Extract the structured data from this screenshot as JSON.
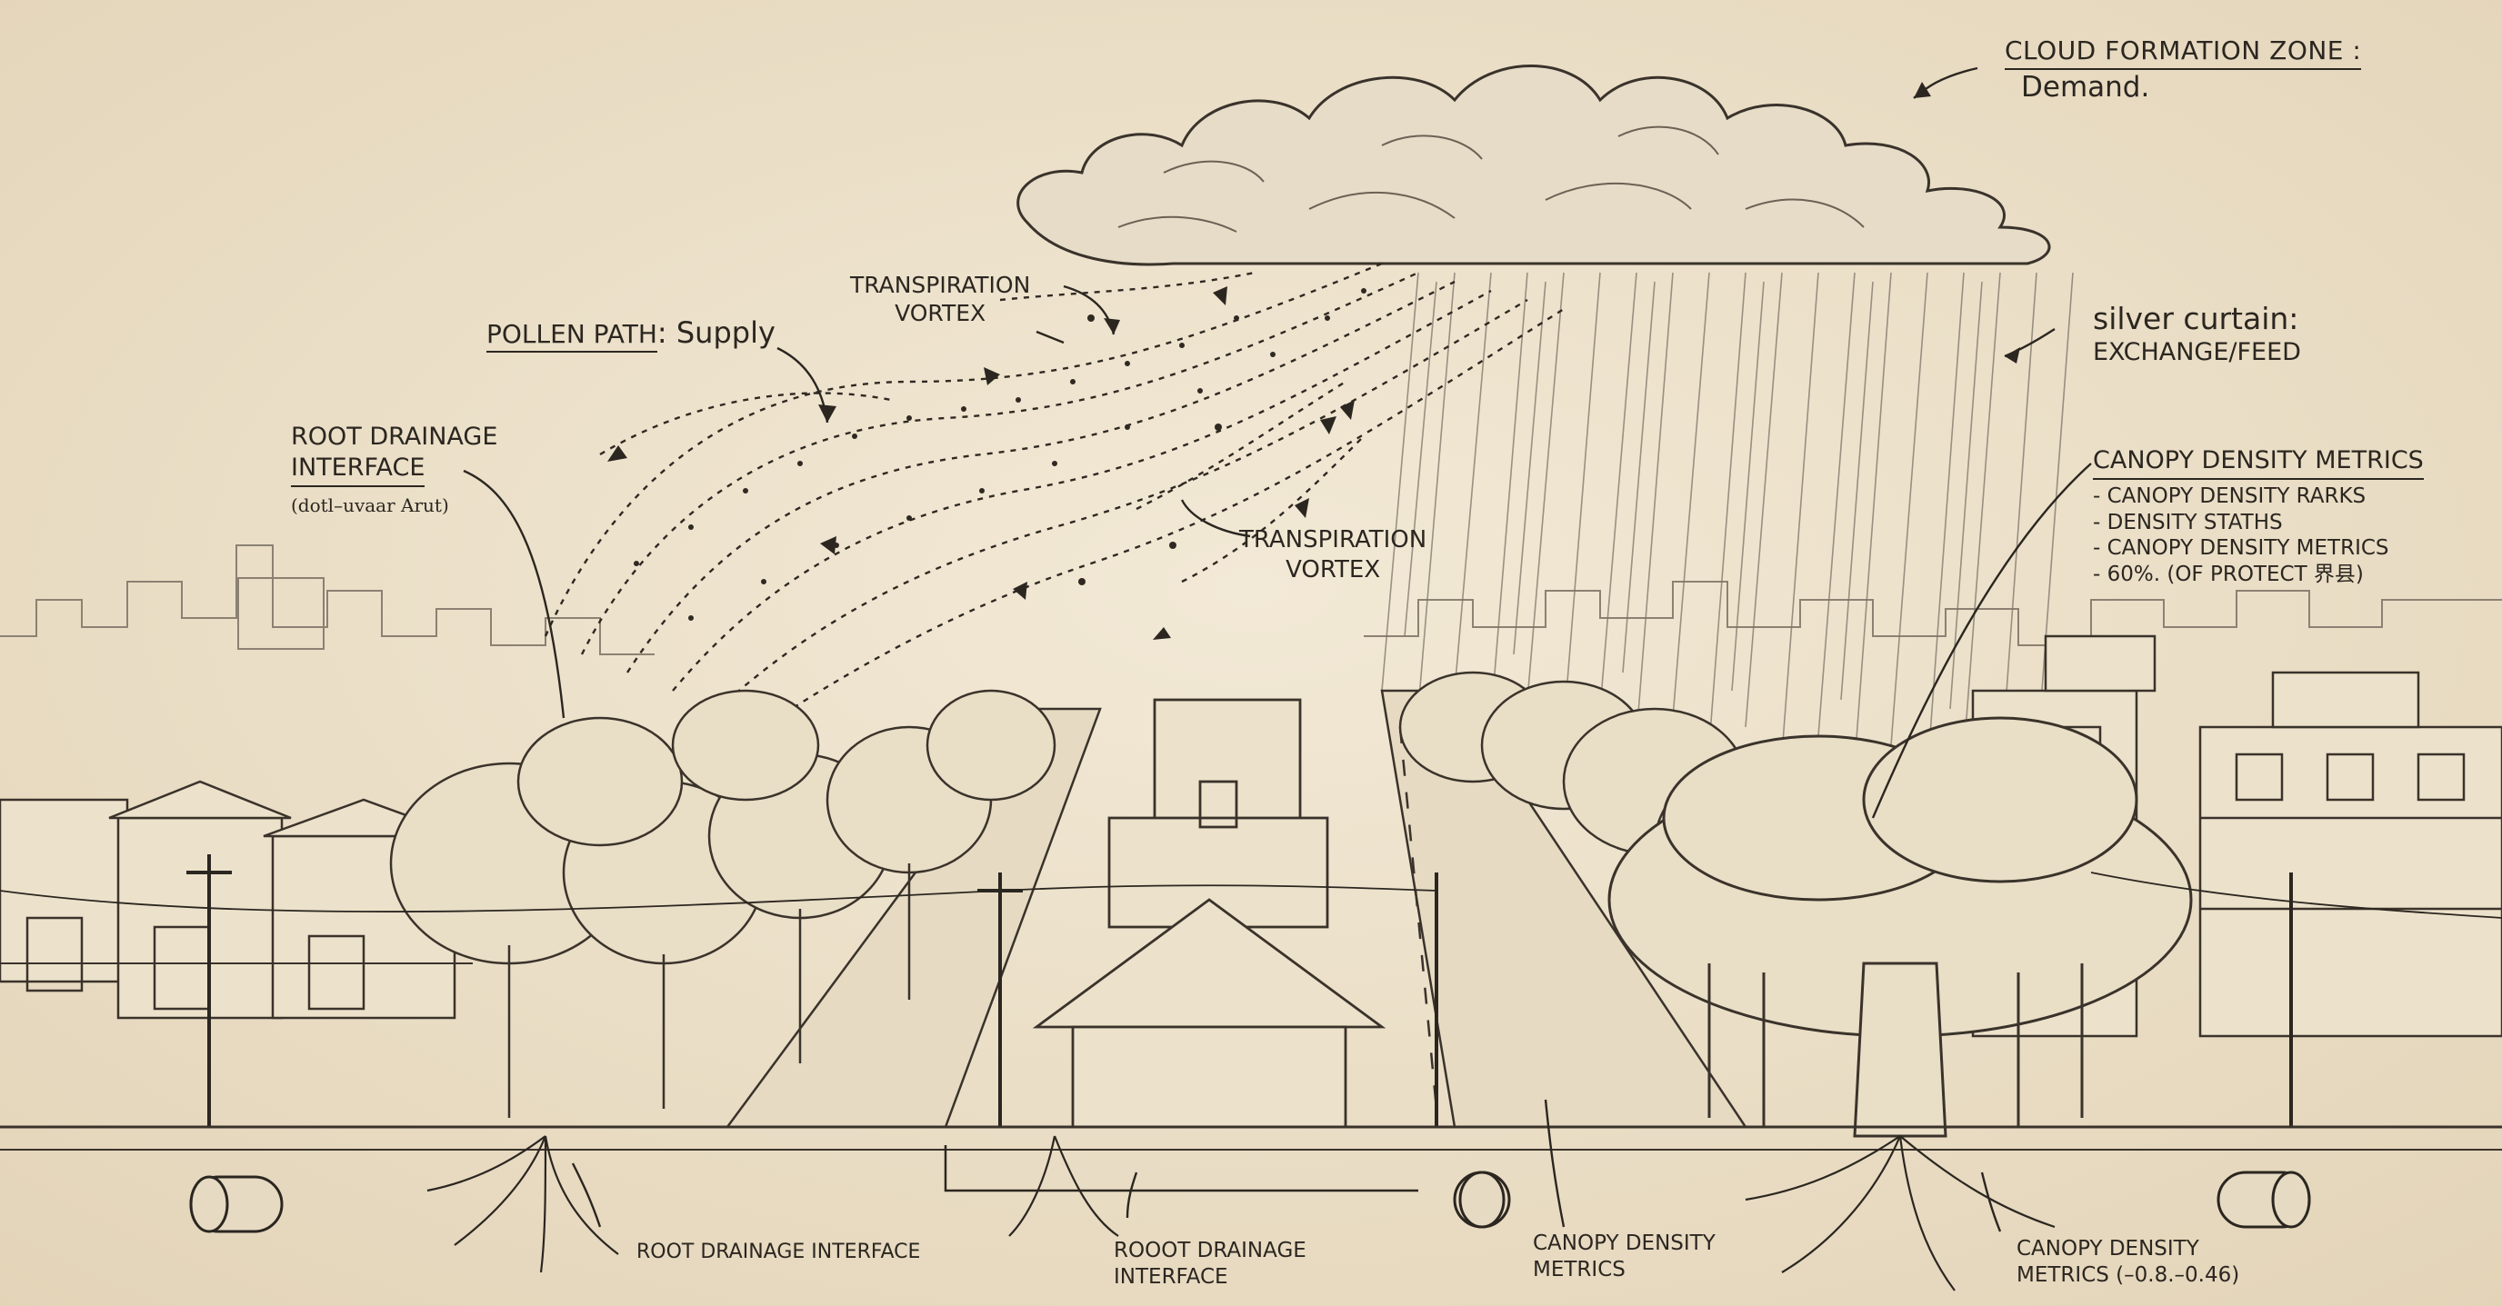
{
  "labels": {
    "cloud_zone": {
      "title": "CLOUD FORMATION ZONE :",
      "subtitle": "Demand."
    },
    "pollen_path": {
      "title": "POLLEN PATH",
      "value": ": Supply"
    },
    "transpiration_top": {
      "line1": "TRANSPIRATION",
      "line2": "VORTEX"
    },
    "transpiration_mid": {
      "line1": "TRANSPIRATION",
      "line2": "VORTEX"
    },
    "root_drainage_top": {
      "line1": "ROOT DRAINAGE",
      "line2": "INTERFACE",
      "note": "(dotl–uvaar Arut)"
    },
    "silver_curtain": {
      "line1": "silver curtain:",
      "line2": "EXCHANGE/FEED"
    },
    "canopy_metrics": {
      "title": "CANOPY DENSITY METRICS",
      "items": [
        "- CANOPY DENSITY RARKS",
        "- DENSITY STATHS",
        "- CANOPY DENSITY METRICS",
        "- 60%. (OF PROTECT 界县)"
      ]
    },
    "bottom_root_drainage": "ROOT DRAINAGE INTERFACE",
    "bottom_rooot_drainage": {
      "line1": "ROOOT DRAINAGE",
      "line2": "INTERFACE"
    },
    "bottom_canopy_left": {
      "line1": "CANOPY DENSITY",
      "line2": "METRICS"
    },
    "bottom_canopy_right": {
      "line1": "CANOPY DENSITY",
      "line2": "METRICS (–0.8.–0.46)"
    }
  },
  "colors": {
    "paper": "#efe4cf",
    "ink": "#2b2620",
    "ink_soft": "#6b6255",
    "wash": "#d9ccb4"
  }
}
